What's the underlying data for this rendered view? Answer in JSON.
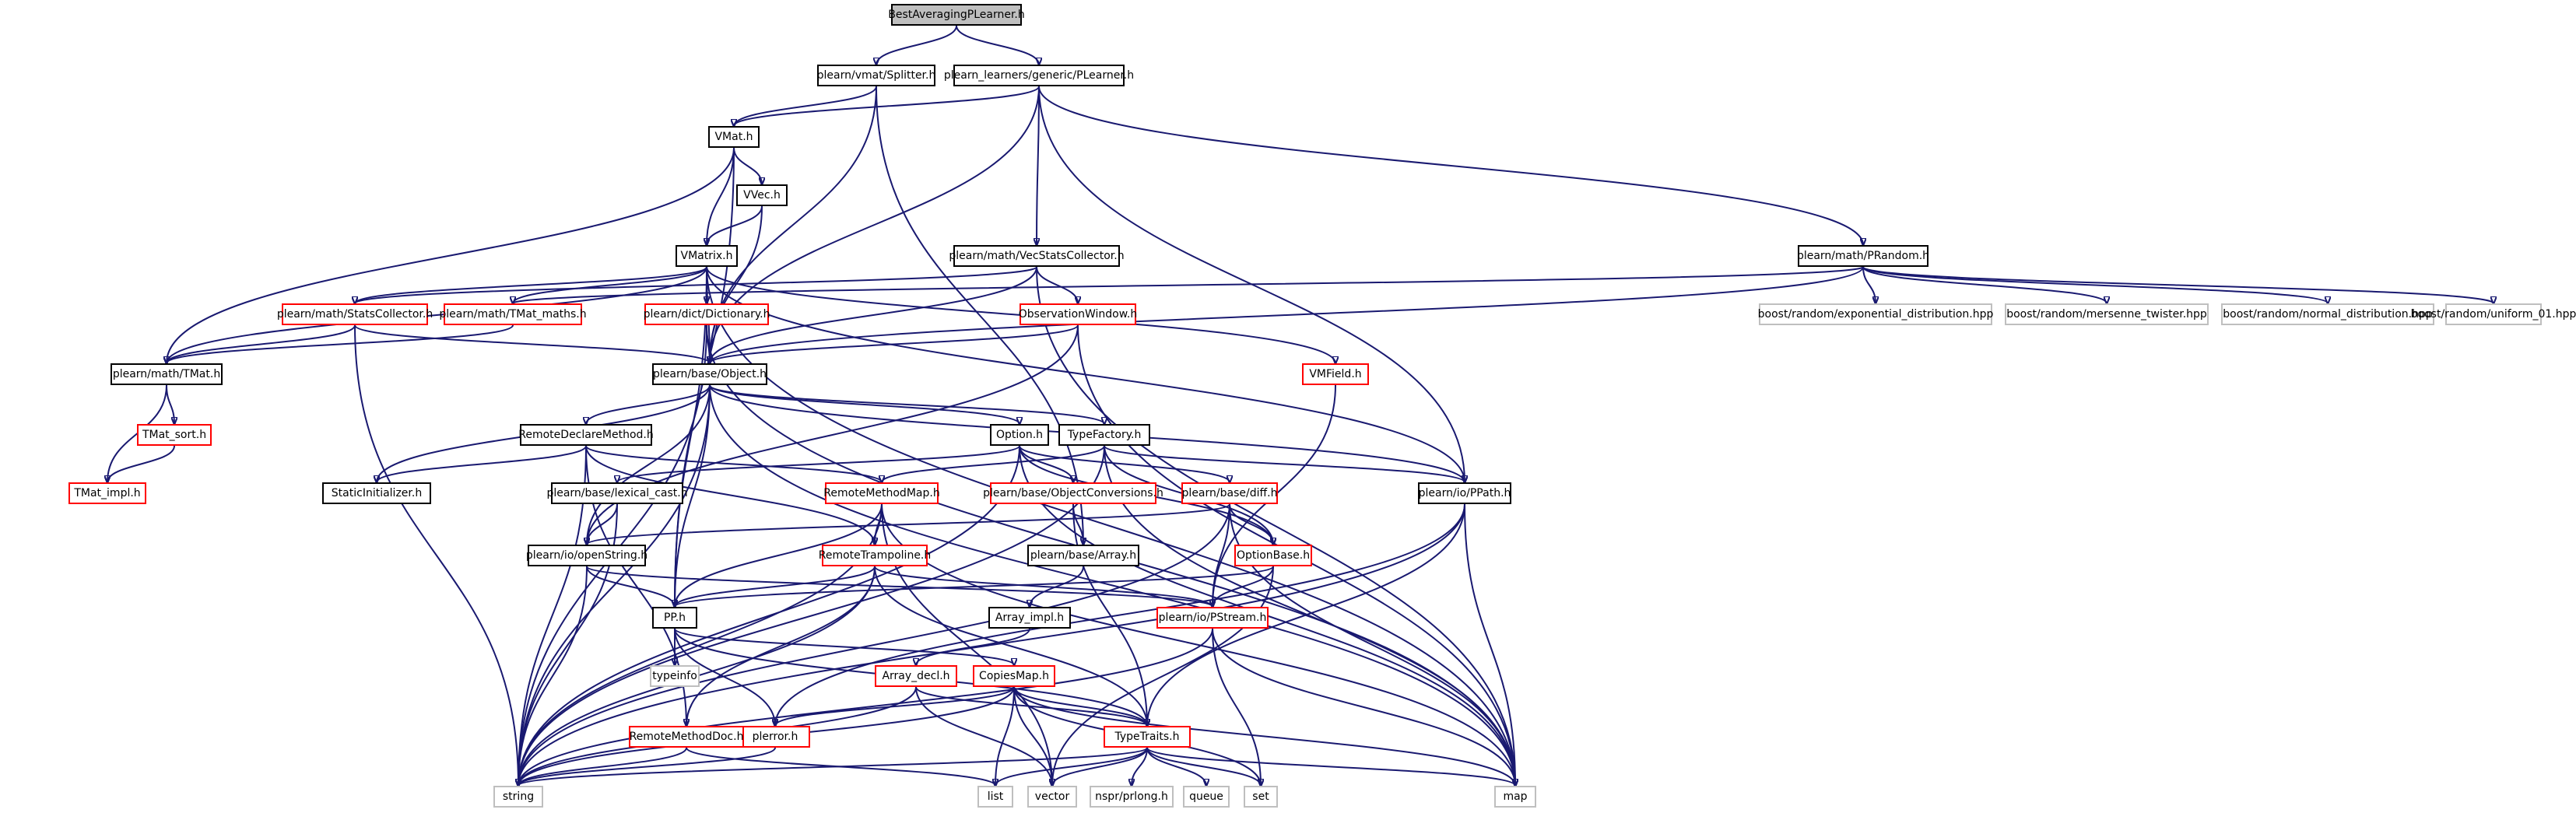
{
  "graph": {
    "edge_color": "#191970",
    "node_colors": {
      "root_fill": "#bfbfbf",
      "documented_border": "#000000",
      "incomplete_border": "#ff0000",
      "external_border": "#bfbfbf"
    },
    "nodes": {
      "root": "BestAveragingPLearner.h",
      "splitter": "plearn/vmat/Splitter.h",
      "plearner": "plearn_learners/generic/PLearner.h",
      "vmat": "VMat.h",
      "vvec": "VVec.h",
      "vmatrix": "VMatrix.h",
      "vecstats": "plearn/math/VecStatsCollector.h",
      "prandom": "plearn/math/PRandom.h",
      "statscollector": "plearn/math/StatsCollector.h",
      "tmat_maths": "plearn/math/TMat_maths.h",
      "dictionary": "plearn/dict/Dictionary.h",
      "obswindow": "ObservationWindow.h",
      "vmfield": "VMField.h",
      "tmat": "plearn/math/TMat.h",
      "object": "plearn/base/Object.h",
      "tmat_sort": "TMat_sort.h",
      "tmat_impl": "TMat_impl.h",
      "remotedeclare": "RemoteDeclareMethod.h",
      "option": "Option.h",
      "typefactory": "TypeFactory.h",
      "staticinit": "StaticInitializer.h",
      "lexicalcast": "plearn/base/lexical_cast.h",
      "remotemethodmap": "RemoteMethodMap.h",
      "objconv": "plearn/base/ObjectConversions.h",
      "diff": "plearn/base/diff.h",
      "ppath": "plearn/io/PPath.h",
      "openstring": "plearn/io/openString.h",
      "remotetrampoline": "RemoteTrampoline.h",
      "array": "plearn/base/Array.h",
      "optionbase": "OptionBase.h",
      "pp": "PP.h",
      "arrayimpl": "Array_impl.h",
      "pstream": "plearn/io/PStream.h",
      "typeinfo": "typeinfo",
      "arraydecl": "Array_decl.h",
      "copiesmap": "CopiesMap.h",
      "perror": "plerror.h",
      "remotemethoddoc": "RemoteMethodDoc.h",
      "typetraits": "TypeTraits.h",
      "string": "string",
      "list": "list",
      "vector": "vector",
      "nspr": "nspr/prlong.h",
      "queue": "queue",
      "set": "set",
      "map": "map",
      "b_exp": "boost/random/exponential_distribution.hpp",
      "b_mt": "boost/random/mersenne_twister.hpp",
      "b_norm": "boost/random/normal_distribution.hpp",
      "b_uni": "boost/random/uniform_01.hpp"
    }
  }
}
